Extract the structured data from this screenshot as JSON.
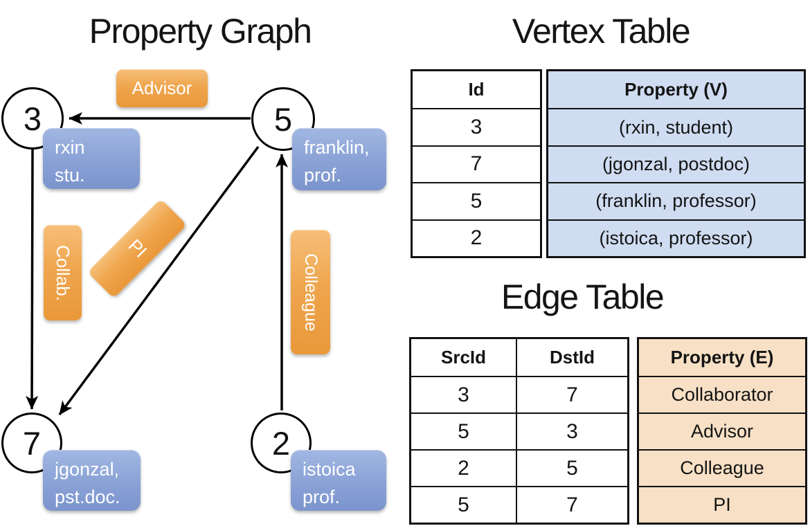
{
  "graph": {
    "title": "Property Graph",
    "nodes": [
      {
        "id": "3",
        "prop_line1": "rxin",
        "prop_line2": "stu."
      },
      {
        "id": "5",
        "prop_line1": "franklin,",
        "prop_line2": "prof."
      },
      {
        "id": "7",
        "prop_line1": "jgonzal,",
        "prop_line2": "pst.doc."
      },
      {
        "id": "2",
        "prop_line1": "istoica",
        "prop_line2": "prof."
      }
    ],
    "edge_labels": {
      "advisor": "Advisor",
      "collab": "Collab.",
      "pi": "PI",
      "colleague": "Colleague"
    }
  },
  "vertex_table": {
    "title": "Vertex Table",
    "columns": {
      "id": "Id",
      "property": "Property (V)"
    },
    "rows": [
      {
        "id": "3",
        "property": "(rxin, student)"
      },
      {
        "id": "7",
        "property": "(jgonzal, postdoc)"
      },
      {
        "id": "5",
        "property": "(franklin, professor)"
      },
      {
        "id": "2",
        "property": "(istoica, professor)"
      }
    ]
  },
  "edge_table": {
    "title": "Edge Table",
    "columns": {
      "src": "SrcId",
      "dst": "DstId",
      "property": "Property (E)"
    },
    "rows": [
      {
        "src": "3",
        "dst": "7",
        "property": "Collaborator"
      },
      {
        "src": "5",
        "dst": "3",
        "property": "Advisor"
      },
      {
        "src": "2",
        "dst": "5",
        "property": "Colleague"
      },
      {
        "src": "5",
        "dst": "7",
        "property": "PI"
      }
    ]
  },
  "colors": {
    "edge_label_fill_top": "#f6bf78",
    "edge_label_fill_bottom": "#e99839",
    "vertex_box_fill_top": "#a2b7e3",
    "vertex_box_fill_bottom": "#7b94cd",
    "vertex_table_property_fill": "#cfdcf1",
    "edge_table_property_fill": "#f7e0c5",
    "line_color": "#000000"
  }
}
